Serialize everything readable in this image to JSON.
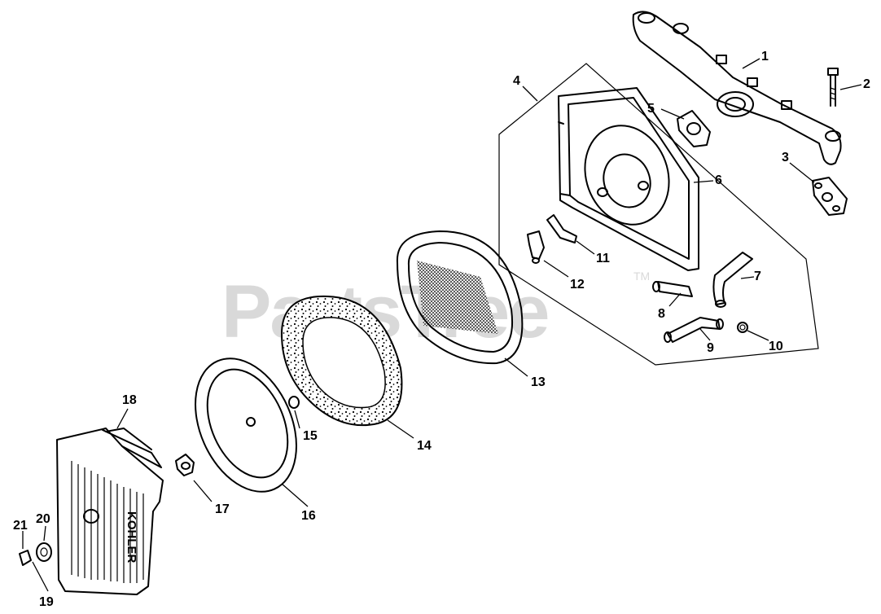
{
  "watermark": {
    "text": "PartsTree",
    "trademark": "TM"
  },
  "cover_logo": "KOHLER",
  "callouts": [
    "1",
    "2",
    "3",
    "4",
    "5",
    "6",
    "7",
    "8",
    "9",
    "10",
    "11",
    "12",
    "13",
    "14",
    "15",
    "16",
    "17",
    "18",
    "19",
    "20",
    "21"
  ]
}
